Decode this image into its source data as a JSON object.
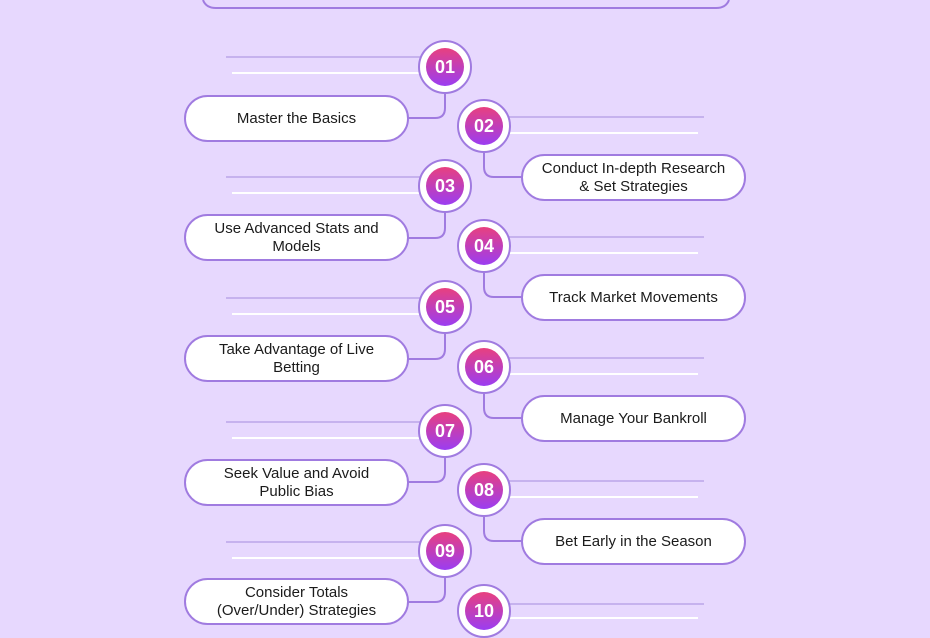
{
  "colors": {
    "background": "#e7d8fe",
    "outline": "#a07be0",
    "badge_gradient_top": "#e8407f",
    "badge_gradient_bottom": "#9b3df2"
  },
  "steps": [
    {
      "number": "01",
      "text": "Master the Basics"
    },
    {
      "number": "02",
      "text": "Conduct In-depth Research & Set Strategies"
    },
    {
      "number": "03",
      "text": "Use Advanced Stats and Models"
    },
    {
      "number": "04",
      "text": "Track Market Movements"
    },
    {
      "number": "05",
      "text": "Take Advantage of Live Betting"
    },
    {
      "number": "06",
      "text": "Manage Your Bankroll"
    },
    {
      "number": "07",
      "text": "Seek Value and Avoid Public Bias"
    },
    {
      "number": "08",
      "text": "Bet Early in the Season"
    },
    {
      "number": "09",
      "text": "Consider Totals (Over/Under) Strategies"
    },
    {
      "number": "10",
      "text": ""
    }
  ]
}
